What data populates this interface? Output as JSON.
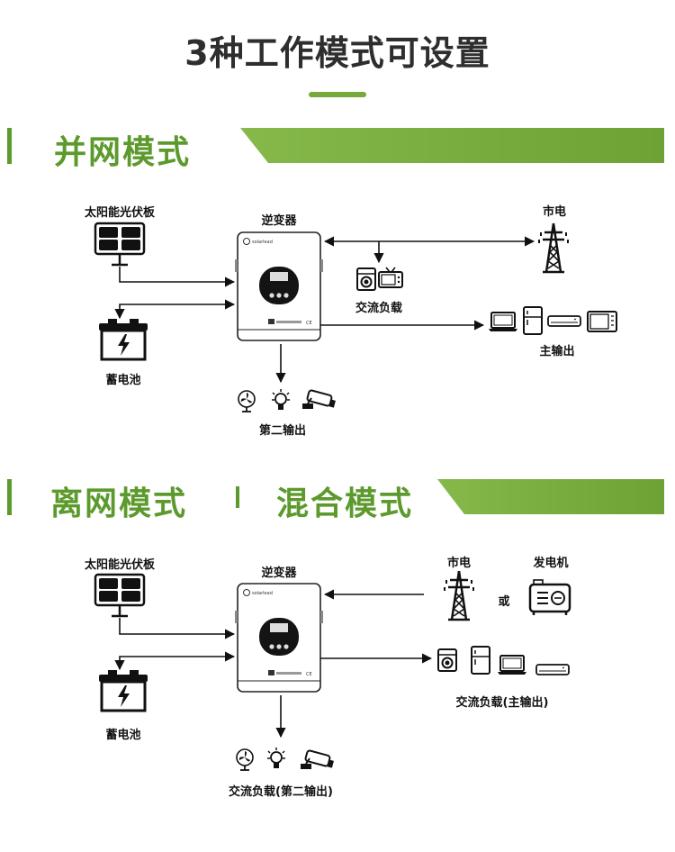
{
  "title": "3种工作模式可设置",
  "sections": {
    "grid_mode": "并网模式",
    "offgrid_mode": "离网模式",
    "hybrid_mode": "混合模式"
  },
  "diagram1": {
    "solar_panel": "太阳能光伏板",
    "battery": "蓄电池",
    "inverter": "逆变器",
    "grid": "市电",
    "ac_load": "交流负载",
    "main_output": "主输出",
    "second_output": "第二输出"
  },
  "diagram2": {
    "solar_panel": "太阳能光伏板",
    "battery": "蓄电池",
    "inverter": "逆变器",
    "grid": "市电",
    "or": "或",
    "generator": "发电机",
    "ac_load_main": "交流负载(主输出)",
    "ac_load_second": "交流负载(第二输出)"
  },
  "colors": {
    "accent_green": "#5d9a2d",
    "banner_green": "#7aae3e",
    "dark_text": "#2e2e2e"
  },
  "icons": [
    "solar-panel-icon",
    "battery-icon",
    "inverter-icon",
    "transmission-tower-icon",
    "washing-machine-icon",
    "tv-icon",
    "laptop-icon",
    "fridge-icon",
    "air-conditioner-icon",
    "microwave-icon",
    "fan-icon",
    "light-bulb-icon",
    "cctv-camera-icon",
    "generator-icon"
  ]
}
